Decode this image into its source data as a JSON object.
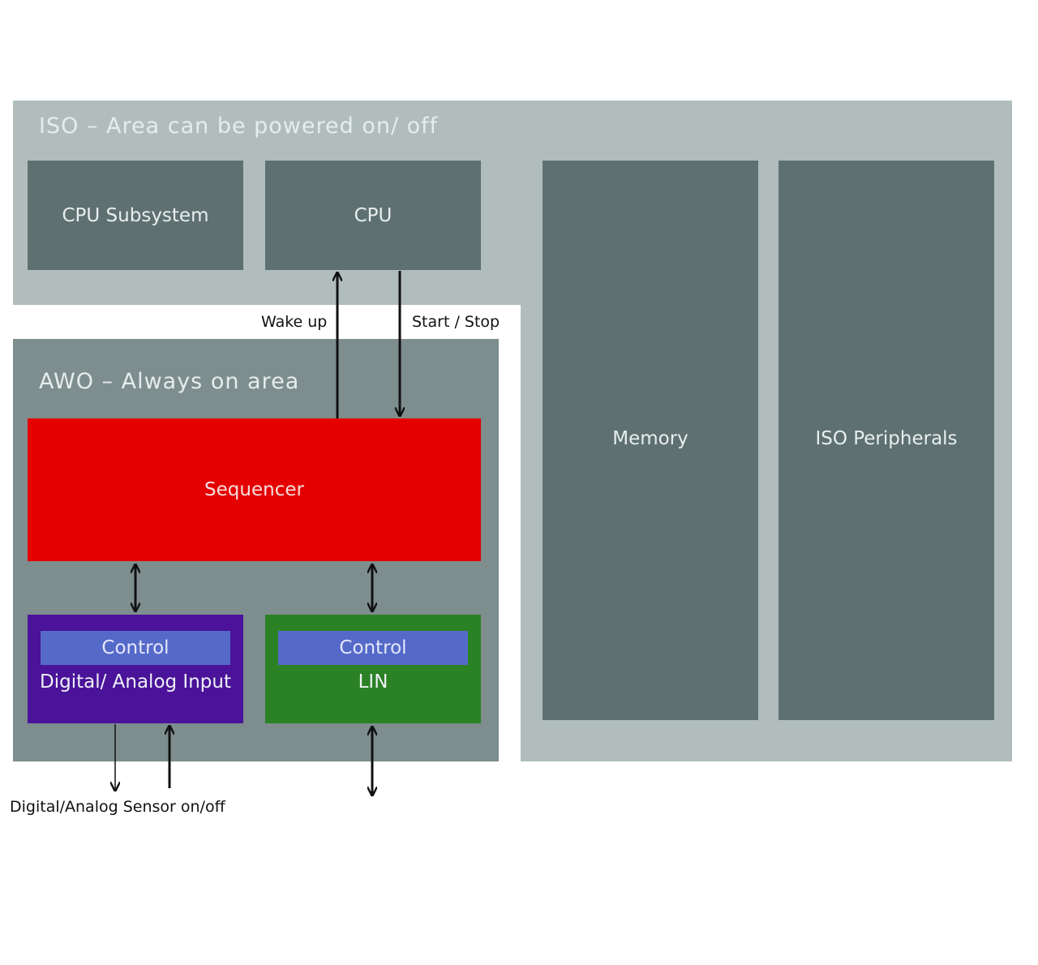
{
  "iso": {
    "title": "ISO – Area can be powered on/ off",
    "blocks": {
      "cpu_subsystem": "CPU Subsystem",
      "cpu": "CPU",
      "memory": "Memory",
      "iso_peripherals": "ISO Peripherals"
    }
  },
  "awo": {
    "title": "AWO – Always on area",
    "sequencer": "Sequencer",
    "digital_analog_input": {
      "control": "Control",
      "label": "Digital/ Analog Input"
    },
    "lin": {
      "control": "Control",
      "label": "LIN"
    }
  },
  "signals": {
    "wake_up": "Wake up",
    "start_stop": "Start / Stop",
    "sensor": "Digital/Analog Sensor on/off"
  },
  "colors": {
    "iso_area": "#b1bdbd",
    "awo_area": "#7e8d8e",
    "block": "#5f7071",
    "sequencer": "#e40000",
    "control_bar": "#5569c9",
    "digital_input_block": "#4a1399",
    "lin_block": "#2b8224"
  }
}
